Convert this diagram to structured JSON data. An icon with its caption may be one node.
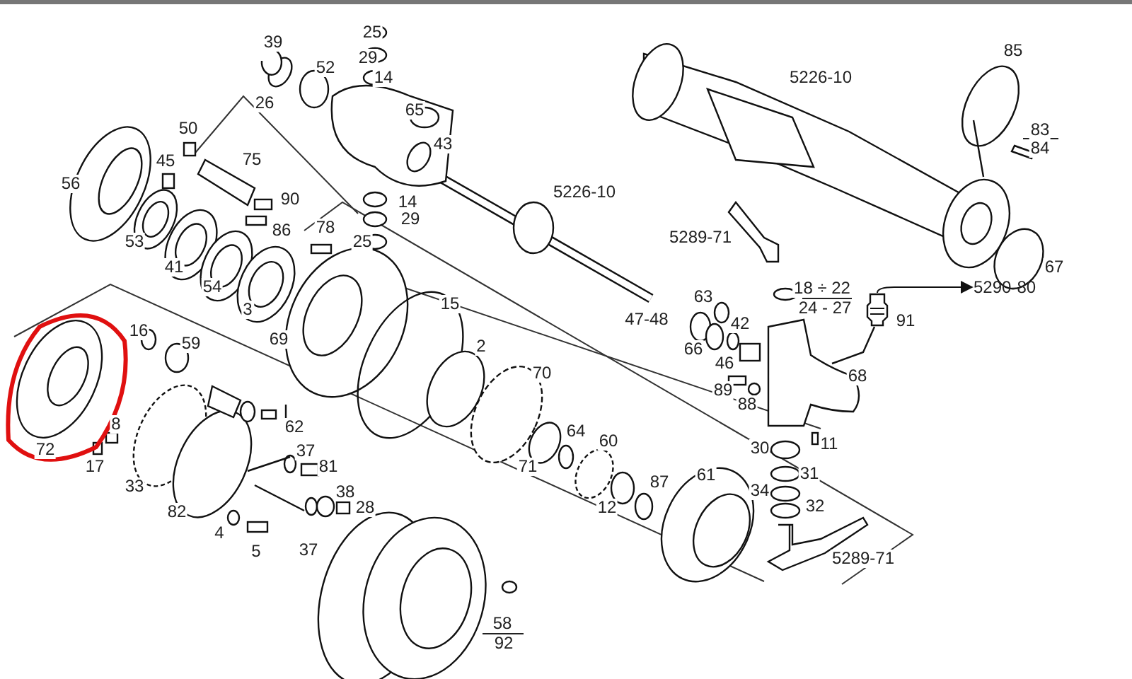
{
  "diagram": {
    "nodes": [
      {
        "text": [
          "5290-80"
        ]
      },
      {
        "text": [],
        "shape": "picture",
        "beside": [
          "91"
        ]
      }
    ],
    "edges": [
      {
        "from": 1,
        "to": 0,
        "arrow": "to"
      }
    ],
    "labels": [
      "25",
      "39",
      "29",
      "52",
      "14",
      "26",
      "5226-10",
      "85",
      "65",
      "50",
      "83",
      "84",
      "45",
      "75",
      "43",
      "56",
      "90",
      "5226-10",
      "14",
      "5289-71",
      "29",
      "53",
      "86",
      "78",
      "25",
      "67",
      "41",
      "54",
      "3",
      "18 ÷ 22",
      "24 - 27",
      "15",
      "47-48",
      "63",
      "16",
      "59",
      "69",
      "42",
      "2",
      "66",
      "70",
      "46",
      "68",
      "62",
      "8",
      "72",
      "89",
      "88",
      "37",
      "81",
      "64",
      "60",
      "17",
      "30",
      "11",
      "33",
      "71",
      "38",
      "28",
      "82",
      "31",
      "12",
      "87",
      "61",
      "34",
      "32",
      "4",
      "5",
      "37",
      "5289-71",
      "58",
      "92"
    ]
  }
}
